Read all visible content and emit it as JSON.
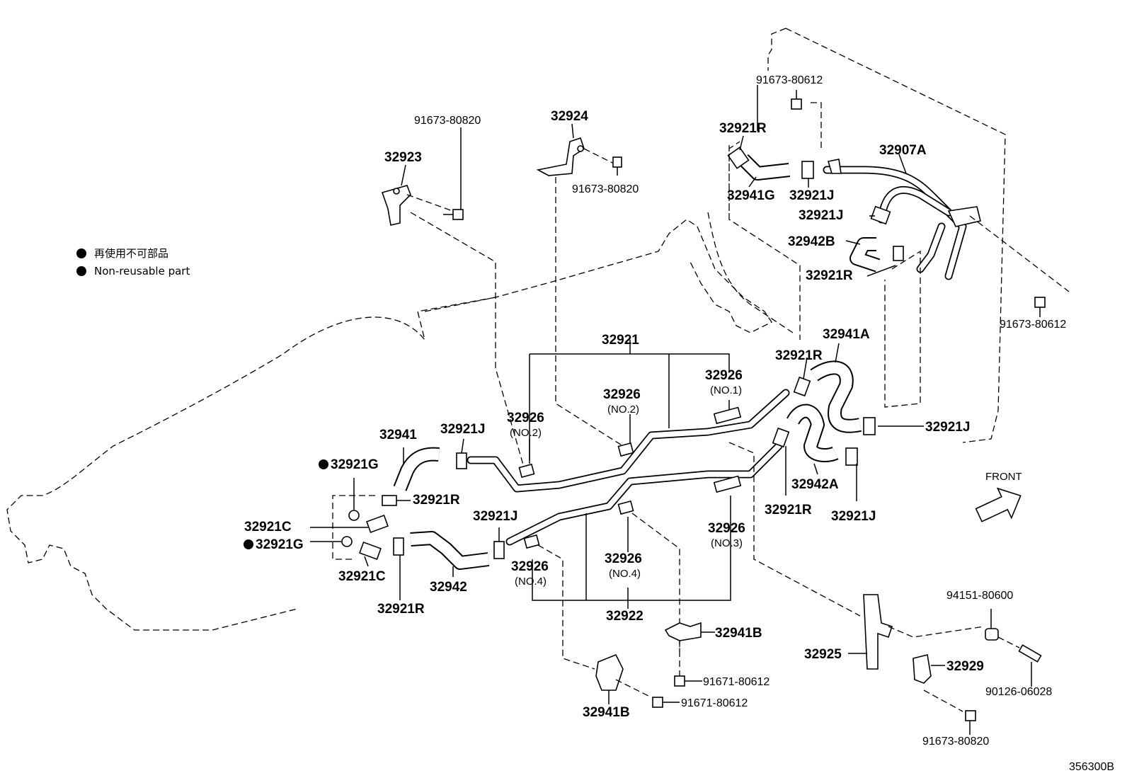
{
  "diagram_code": "356300B",
  "legend": {
    "items": [
      {
        "text": "再使用不可部品"
      },
      {
        "text": "Non-reusable part"
      }
    ]
  },
  "front_label": "FRONT",
  "labels": {
    "p91673_80820_top": "91673-80820",
    "p32923": "32923",
    "p32924": "32924",
    "p91673_80820_mid": "91673-80820",
    "p91673_80612_top": "91673-80612",
    "p32921R_a": "32921R",
    "p32907A": "32907A",
    "p32941G": "32941G",
    "p32921J_a": "32921J",
    "p32921J_b": "32921J",
    "p32942B": "32942B",
    "p32921R_b": "32921R",
    "p91673_80612_right": "91673-80612",
    "p32941A": "32941A",
    "p32921R_c": "32921R",
    "p32921": "32921",
    "p32926_no1": "32926",
    "no1": "(NO.1)",
    "p32926_no2_mid": "32926",
    "no2_mid": "(NO.2)",
    "p32926_no2_left": "32926",
    "no2_left": "(NO.2)",
    "p32941": "32941",
    "p32921J_c": "32921J",
    "p32921J_d": "32921J",
    "p32921G_a": "32921G",
    "p32921R_d": "32921R",
    "p32921C_a": "32921C",
    "p32921G_b": "32921G",
    "p32921C_b": "32921C",
    "p32942": "32942",
    "p32921R_e": "32921R",
    "p32921J_e": "32921J",
    "p32926_no4_left": "32926",
    "no4_left": "(NO.4)",
    "p32926_no4_mid": "32926",
    "no4_mid": "(NO.4)",
    "p32922": "32922",
    "p32926_no3": "32926",
    "no3": "(NO.3)",
    "p32942A": "32942A",
    "p32921R_f": "32921R",
    "p32921J_f": "32921J",
    "p32941B_a": "32941B",
    "p91671_80612_a": "91671-80612",
    "p91671_80612_b": "91671-80612",
    "p32941B_b": "32941B",
    "p32925": "32925",
    "p94151_80600": "94151-80600",
    "p32929": "32929",
    "p90126_06028": "90126-06028",
    "p91673_80820_bottom": "91673-80820"
  }
}
